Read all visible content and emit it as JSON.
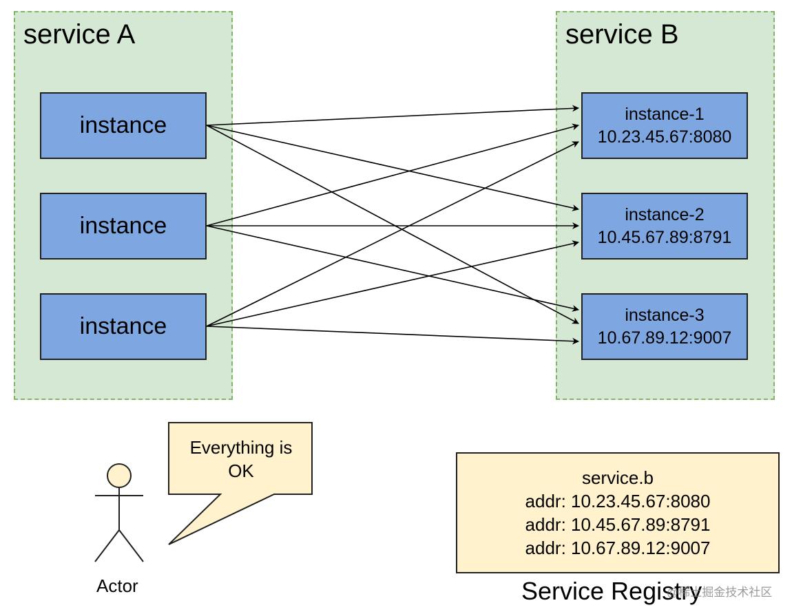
{
  "service_a": {
    "title": "service A",
    "instances": [
      {
        "label": "instance"
      },
      {
        "label": "instance"
      },
      {
        "label": "instance"
      }
    ]
  },
  "service_b": {
    "title": "service B",
    "instances": [
      {
        "name": "instance-1",
        "addr": "10.23.45.67:8080"
      },
      {
        "name": "instance-2",
        "addr": "10.45.67.89:8791"
      },
      {
        "name": "instance-3",
        "addr": "10.67.89.12:9007"
      }
    ]
  },
  "actor": {
    "label": "Actor",
    "speech_line1": "Everything is",
    "speech_line2": "OK"
  },
  "registry": {
    "caption": "Service Registry",
    "service": "service.b",
    "entries": [
      "addr: 10.23.45.67:8080",
      "addr: 10.45.67.89:8791",
      "addr: 10.67.89.12:9007"
    ]
  },
  "watermark": "@稀土掘金技术社区",
  "colors": {
    "group_fill": "#d5e8d4",
    "group_border": "#82b366",
    "instance_fill": "#7ea6e0",
    "note_fill": "#fff2cc",
    "actor_head": "#fff2cc"
  }
}
